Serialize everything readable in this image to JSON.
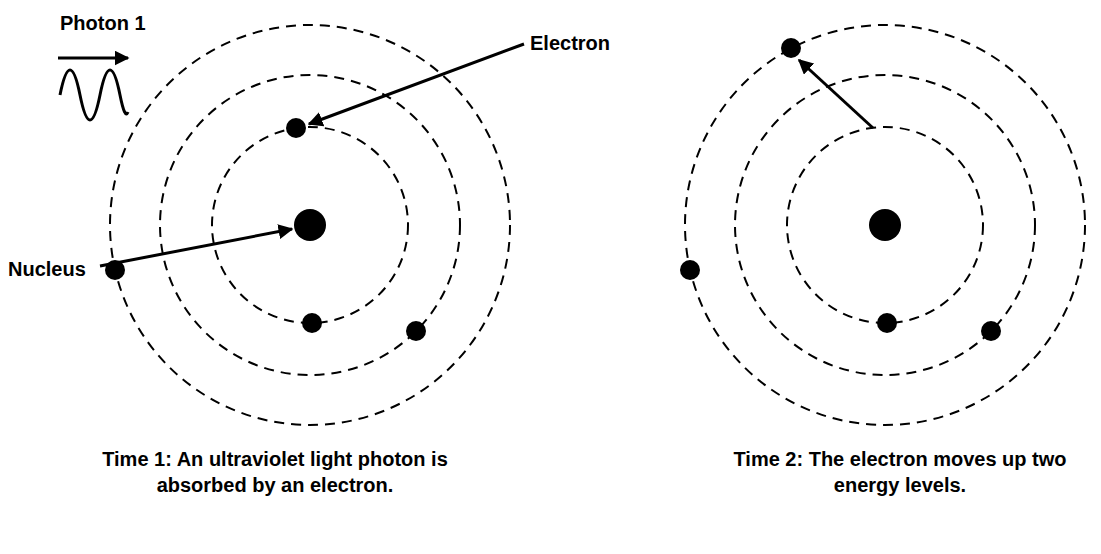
{
  "diagram": {
    "labels": [
      "Photon 1",
      "Electron",
      "Nucleus",
      "Time 1: An ultraviolet light photon is absorbed by an electron.",
      "Time 2: The electron moves up two energy levels."
    ]
  }
}
